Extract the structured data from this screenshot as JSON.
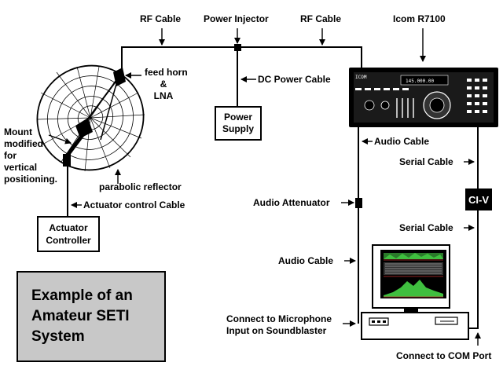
{
  "labels": {
    "rf_cable_left": "RF Cable",
    "power_injector": "Power Injector",
    "rf_cable_right": "RF Cable",
    "icom_r7100": "Icom R7100",
    "feed_horn": "feed horn",
    "ampersand": "&",
    "lna": "LNA",
    "dc_power_cable": "DC Power Cable",
    "mount_l1": "Mount",
    "mount_l2": "modified",
    "mount_l3": "for",
    "mount_l4": "vertical",
    "mount_l5": "positioning.",
    "audio_cable_top": "Audio Cable",
    "serial_cable_top": "Serial Cable",
    "parabolic_reflector": "parabolic reflector",
    "actuator_control_cable": "Actuator control Cable",
    "audio_attenuator": "Audio Attenuator",
    "serial_cable_bottom": "Serial Cable",
    "audio_cable_bottom": "Audio Cable",
    "connect_mic_l1": "Connect to Microphone",
    "connect_mic_l2": "Input on Soundblaster",
    "connect_com": "Connect to COM Port"
  },
  "boxes": {
    "power_supply_l1": "Power",
    "power_supply_l2": "Supply",
    "actuator_l1": "Actuator",
    "actuator_l2": "Controller",
    "civ": "CI-V"
  },
  "title_box": {
    "line1": "Example of an",
    "line2": "Amateur SETI",
    "line3": "System",
    "fill": "#c8c8c8"
  }
}
